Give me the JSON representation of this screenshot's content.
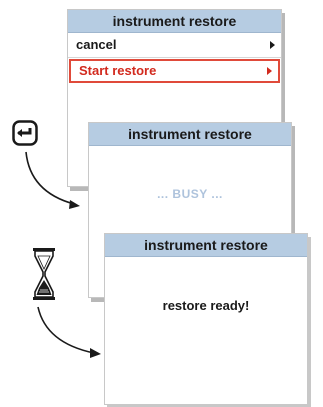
{
  "panel1": {
    "title": "instrument restore",
    "menu": [
      {
        "label": "cancel",
        "selected": false
      },
      {
        "label": "Start restore",
        "selected": true
      }
    ]
  },
  "panel2": {
    "title": "instrument restore",
    "message": "... BUSY ..."
  },
  "panel3": {
    "title": "instrument restore",
    "message": "restore ready!"
  },
  "icons": {
    "enter_key": "enter-key-icon",
    "hourglass": "hourglass-icon",
    "arrows": "curved-arrow-icon"
  },
  "colors": {
    "title_bar": "#b6cce2",
    "selected_text": "#d22a1e",
    "busy_text": "#aec3dc"
  }
}
